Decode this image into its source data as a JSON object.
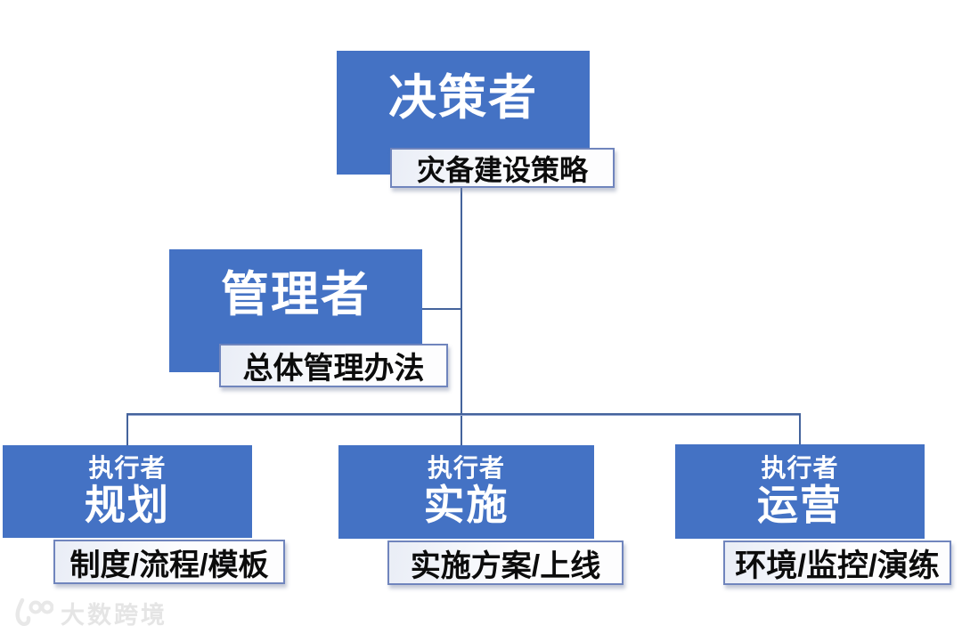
{
  "diagram": {
    "decision": {
      "title": "决策者",
      "tag": "灾备建设策略"
    },
    "manager": {
      "title": "管理者",
      "tag": "总体管理办法"
    },
    "executors": [
      {
        "role": "执行者",
        "title": "规划",
        "tag": "制度/流程/模板"
      },
      {
        "role": "执行者",
        "title": "实施",
        "tag": "实施方案/上线"
      },
      {
        "role": "执行者",
        "title": "运营",
        "tag": "环境/监控/演练"
      }
    ]
  },
  "watermark": {
    "text": "大数跨境"
  },
  "colors": {
    "node_blue": "#4472C4",
    "connector_blue": "#44639C",
    "tag_border_blue": "#7085BD",
    "watermark_gray": "#E5E5E5"
  }
}
